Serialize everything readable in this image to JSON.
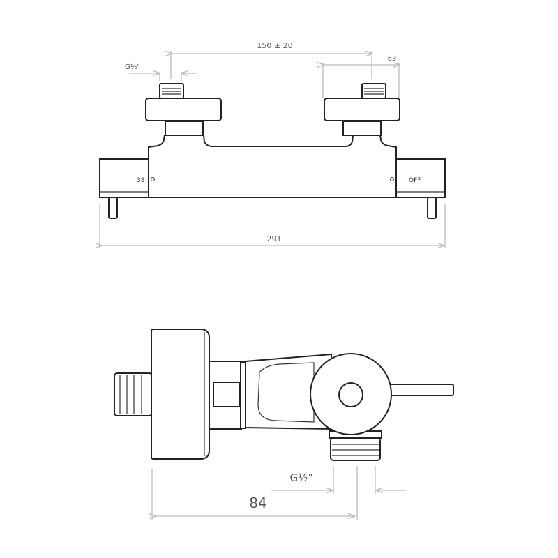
{
  "front_view": {
    "dim_inlet_spacing": "150 ± 20",
    "dim_depth": "63",
    "dim_thread": "G½\"",
    "dim_total_width": "291",
    "left_knob_label": "38",
    "right_knob_label": "OFF"
  },
  "side_view": {
    "dim_thread": "G½\"",
    "dim_depth": "84"
  },
  "colors": {
    "line": "#222222",
    "dimension": "#bbbbbb"
  }
}
